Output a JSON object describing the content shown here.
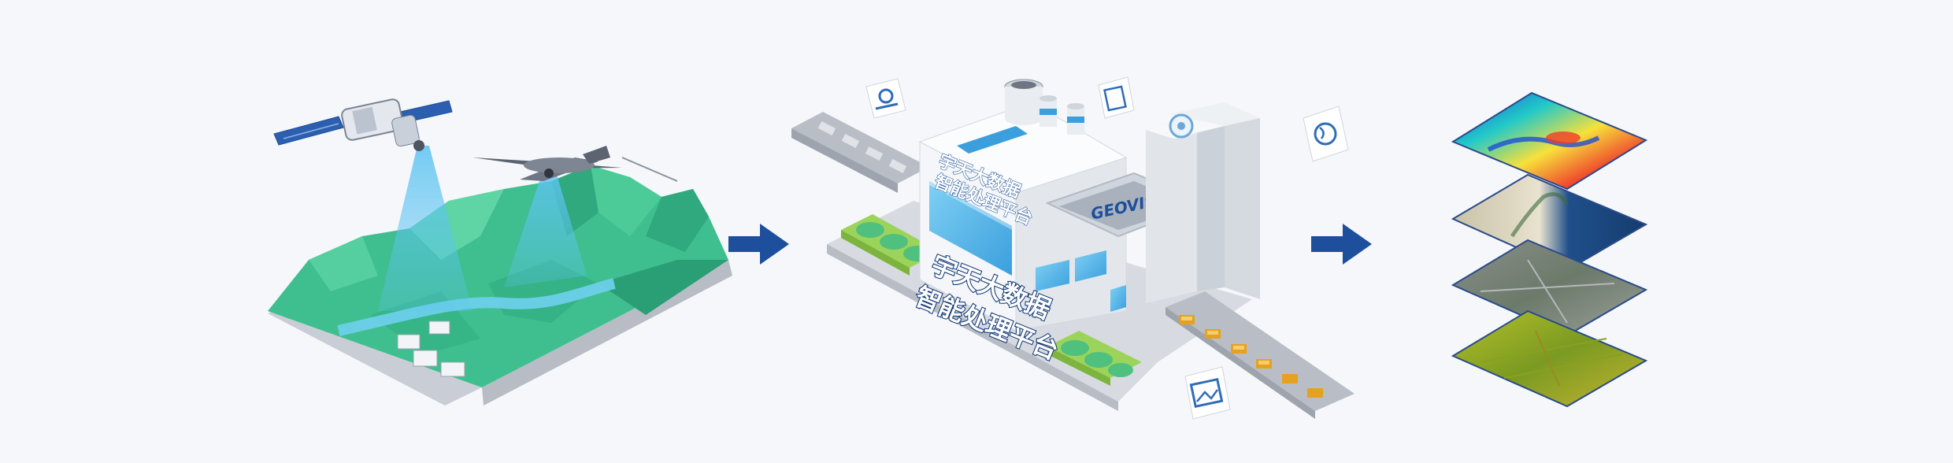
{
  "building": {
    "sign_line1": "宇天大数据",
    "sign_line2": "智能处理平台",
    "title_line1": "宇天大数据",
    "title_line2": "智能处理平台",
    "logo_text": "GEOVIS"
  },
  "icons": {
    "feature_tags": [
      "map-pin-icon",
      "document-icon",
      "globe-icon",
      "image-icon"
    ],
    "gear": "gear-icon"
  },
  "colors": {
    "arrow": "#1d4f9c",
    "mountain": "#3fbf8f",
    "beam": "#4ab3ea",
    "background": "#f5f7fa"
  }
}
